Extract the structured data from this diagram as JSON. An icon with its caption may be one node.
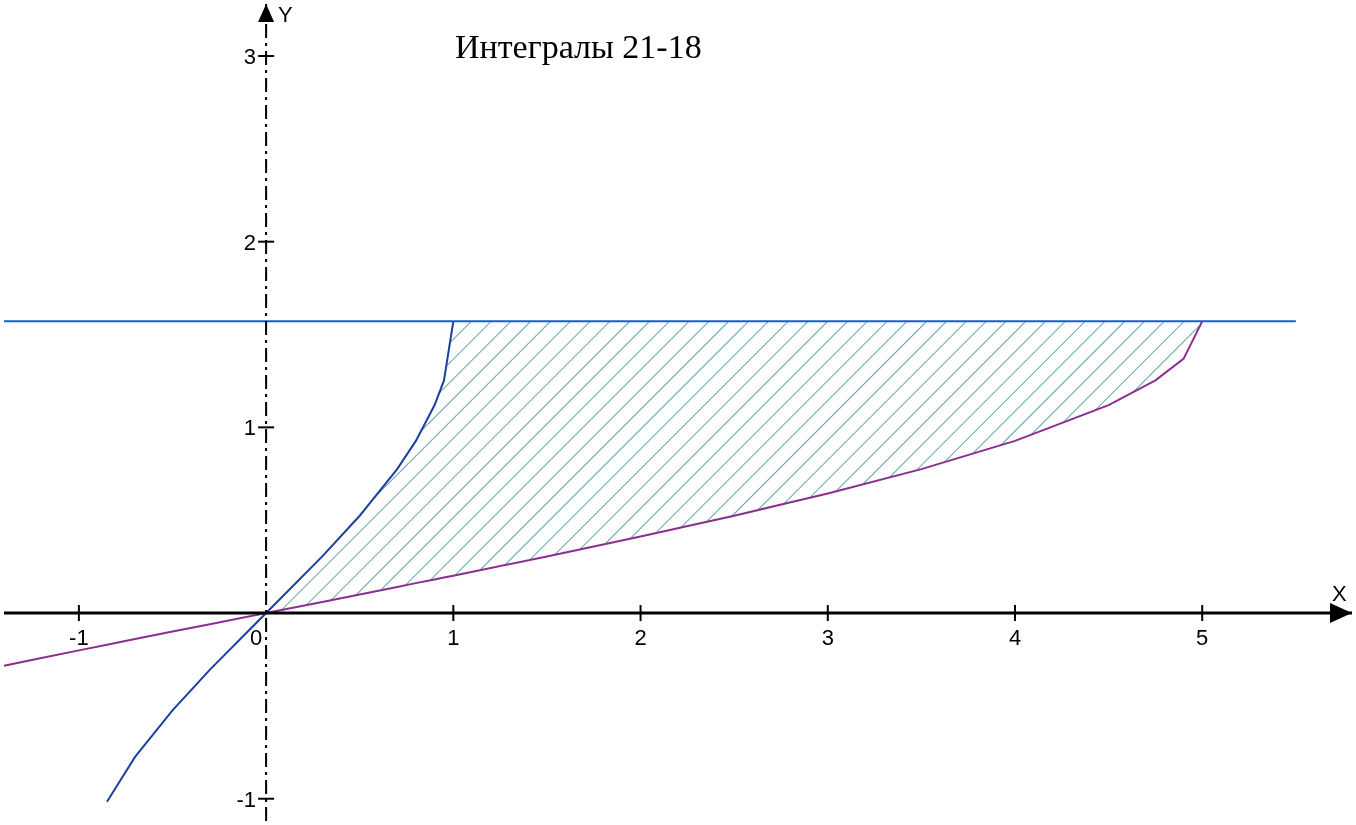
{
  "diagram": {
    "chart_data": {
      "type": "line",
      "title": "Интегралы 21-18",
      "xlabel": "X",
      "ylabel": "Y",
      "x": [
        -1.4,
        -1.2,
        -1,
        -0.85,
        -0.7,
        -0.5,
        -0.3,
        0,
        0.3,
        0.5,
        0.7,
        0.8,
        0.9,
        0.95,
        1,
        1.5,
        2,
        2.5,
        3,
        3.5,
        4,
        4.5,
        4.75,
        4.9,
        5,
        5.5
      ],
      "series": [
        {
          "color": "#1a3fa0",
          "values": [
            null,
            null,
            null,
            -1.016,
            -0.775,
            -0.524,
            -0.305,
            0,
            0.305,
            0.524,
            0.775,
            0.927,
            1.12,
            1.253,
            1.571,
            null,
            null,
            null,
            null,
            null,
            null,
            null,
            null,
            null,
            null,
            null
          ]
        },
        {
          "color": "#8a2f8f",
          "values": [
            -0.284,
            -0.242,
            -0.201,
            -0.171,
            -0.14,
            -0.1,
            -0.06,
            0,
            0.06,
            0.1,
            0.14,
            0.161,
            0.181,
            0.191,
            0.201,
            0.305,
            0.412,
            0.524,
            0.644,
            0.775,
            0.927,
            1.12,
            1.253,
            1.369,
            1.571,
            null
          ]
        },
        {
          "color": "#1060d0",
          "values": [
            1.571,
            1.571,
            1.571,
            1.571,
            1.571,
            1.571,
            1.571,
            1.571,
            1.571,
            1.571,
            1.571,
            1.571,
            1.571,
            1.571,
            1.571,
            1.571,
            1.571,
            1.571,
            1.571,
            1.571,
            1.571,
            1.571,
            1.571,
            1.571,
            1.571,
            1.571
          ]
        }
      ],
      "xlim": [
        -1.4,
        5.8
      ],
      "ylim": [
        -1.12,
        3.28
      ],
      "xticks": [
        -1,
        0,
        1,
        2,
        3,
        4,
        5
      ],
      "yticks": [
        -1,
        1,
        2,
        3
      ]
    }
  }
}
